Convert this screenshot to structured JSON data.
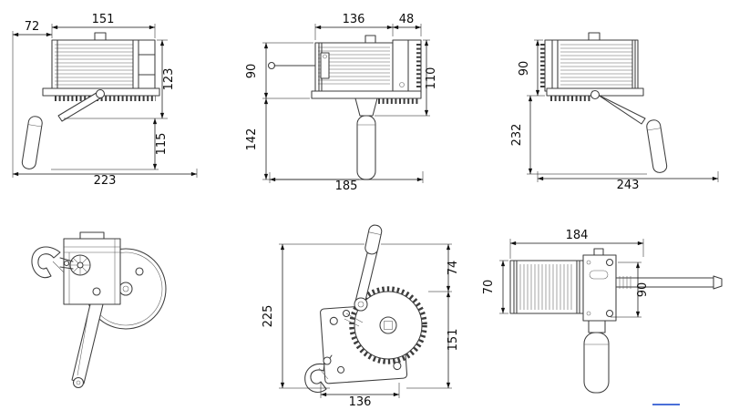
{
  "drawing": {
    "background": "#ffffff",
    "line_color": "#3d3d3d",
    "dimension_color": "#111111",
    "artifact_color": "#4a6fd8"
  },
  "views": {
    "top_left": {
      "dims": {
        "offset_width": "72",
        "drum_width": "151",
        "body_height": "123",
        "handle_drop": "115",
        "overall_width": "223"
      }
    },
    "top_middle": {
      "dims": {
        "drum_width": "136",
        "gear_housing_width": "48",
        "body_height": "90",
        "overall_height": "110",
        "handle_length": "142",
        "overall_width": "185"
      }
    },
    "top_right": {
      "dims": {
        "body_height": "90",
        "handle_drop": "232",
        "overall_width": "243"
      }
    },
    "bottom_middle": {
      "dims": {
        "overall_height": "225",
        "crank_offset_height": "74",
        "body_height": "151",
        "base_width": "136"
      }
    },
    "bottom_right": {
      "dims": {
        "overall_width": "184",
        "drum_width": "70",
        "handle_height": "90"
      }
    }
  }
}
